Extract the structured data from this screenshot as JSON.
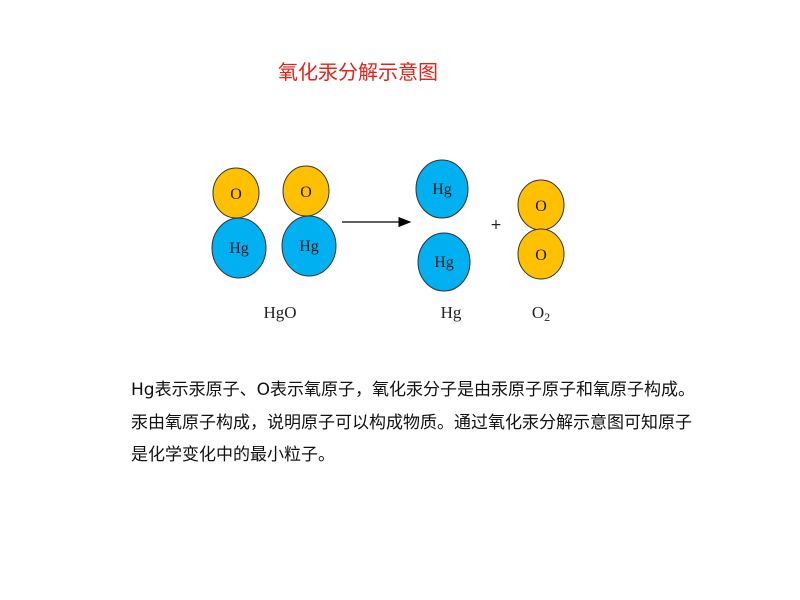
{
  "title": "氧化汞分解示意图",
  "diagram": {
    "atom_o": "O",
    "atom_hg": "Hg",
    "plus": "+",
    "label_hgo": "HgO",
    "label_hg": "Hg",
    "label_o2_base": "O",
    "label_o2_sub": "2",
    "colors": {
      "oxygen": "#ffc000",
      "mercury": "#00b0f0",
      "title": "#e2231a"
    }
  },
  "description": {
    "lines": [
      "Hg表示汞原子、O表示氧原子，氧化汞分子是由汞原子原子和氧原子构成。",
      "汞由氧原子构成，说明原子可以构成物质。通过氧化汞分解示意图可知原子",
      "是化学变化中的最小粒子。"
    ]
  }
}
